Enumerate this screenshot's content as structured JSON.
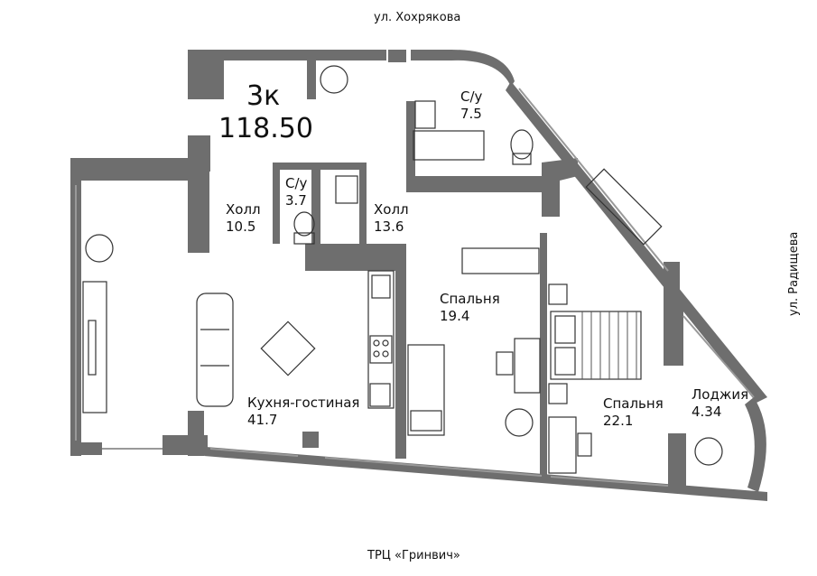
{
  "streets": {
    "top": "ул. Хохрякова",
    "right": "ул. Радищева",
    "bottom": "ТРЦ «Гринвич»"
  },
  "apartment": {
    "type": "3к",
    "area": "118.50"
  },
  "rooms": [
    {
      "name": "С/у",
      "area": "7.5"
    },
    {
      "name": "С/у",
      "area": "3.7"
    },
    {
      "name": "Холл",
      "area": "10.5"
    },
    {
      "name": "Холл",
      "area": "13.6"
    },
    {
      "name": "Спальня",
      "area": "19.4"
    },
    {
      "name": "Кухня-гостиная",
      "area": "41.7"
    },
    {
      "name": "Спальня",
      "area": "22.1"
    },
    {
      "name": "Лоджия",
      "area": "4.34"
    }
  ],
  "colors": {
    "wall": "#6e6e6e",
    "furniture": "#333333",
    "window": "#999999"
  }
}
